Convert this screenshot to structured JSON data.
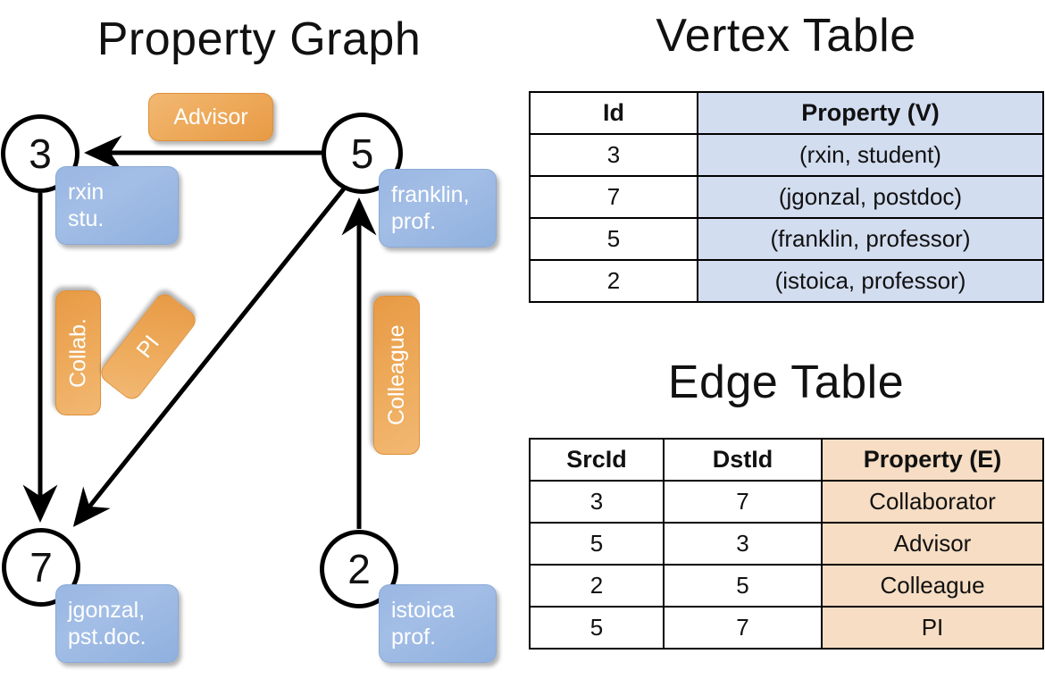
{
  "titles": {
    "property_graph": "Property Graph",
    "vertex_table": "Vertex Table",
    "edge_table": "Edge Table"
  },
  "graph": {
    "nodes": [
      {
        "id": "3",
        "label_line1": "rxin",
        "label_line2": "stu."
      },
      {
        "id": "5",
        "label_line1": "franklin,",
        "label_line2": "prof."
      },
      {
        "id": "7",
        "label_line1": "jgonzal,",
        "label_line2": "pst.doc."
      },
      {
        "id": "2",
        "label_line1": "istoica",
        "label_line2": "prof."
      }
    ],
    "edge_labels": [
      {
        "text": "Advisor"
      },
      {
        "text": "Collab."
      },
      {
        "text": "PI"
      },
      {
        "text": "Colleague"
      }
    ]
  },
  "vertex_table": {
    "headers": [
      "Id",
      "Property (V)"
    ],
    "rows": [
      [
        "3",
        "(rxin, student)"
      ],
      [
        "7",
        "(jgonzal, postdoc)"
      ],
      [
        "5",
        "(franklin, professor)"
      ],
      [
        "2",
        "(istoica, professor)"
      ]
    ]
  },
  "edge_table": {
    "headers": [
      "SrcId",
      "DstId",
      "Property (E)"
    ],
    "rows": [
      [
        "3",
        "7",
        "Collaborator"
      ],
      [
        "5",
        "3",
        "Advisor"
      ],
      [
        "2",
        "5",
        "Colleague"
      ],
      [
        "5",
        "7",
        "PI"
      ]
    ]
  },
  "colors": {
    "vertex_fill": "#d3ddf0",
    "edge_fill": "#f6ddc3",
    "node_box": "#9ab7e2",
    "edge_box": "#eeab5c",
    "stroke": "#000000",
    "background": "#ffffff"
  }
}
